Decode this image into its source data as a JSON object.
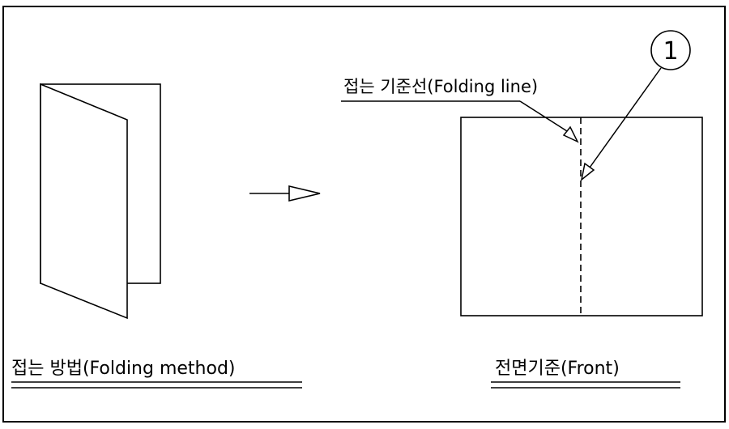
{
  "diagram": {
    "callout_number": "1",
    "folding_line_label": "접는 기준선(Folding line)",
    "folding_method_label": "접는 방법(Folding method)",
    "front_label": "전면기준(Front)"
  }
}
